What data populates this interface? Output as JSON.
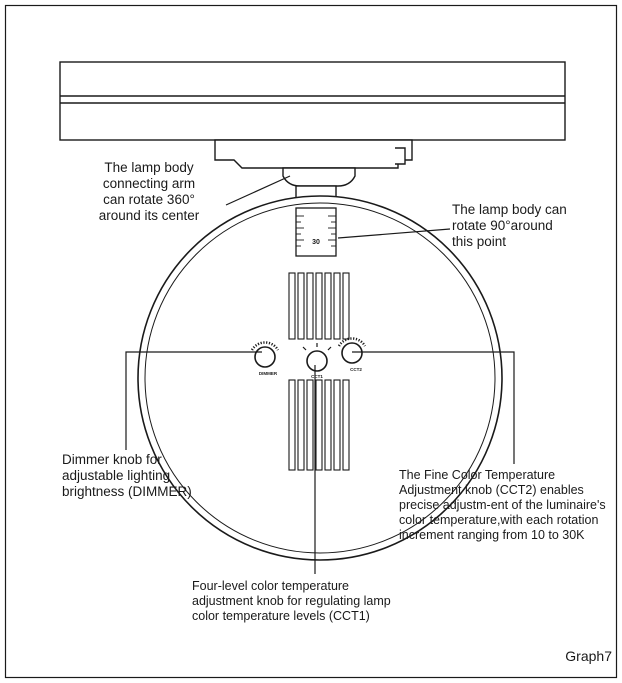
{
  "callouts": {
    "arm": {
      "lines": [
        "The lamp body",
        "connecting arm",
        "can rotate 360°",
        "around its center"
      ]
    },
    "body": {
      "lines": [
        "The lamp body can",
        "rotate 90°around",
        "this point"
      ]
    },
    "dimmer": {
      "lines": [
        "Dimmer knob for",
        "adjustable lighting",
        "brightness (DIMMER)"
      ]
    },
    "cct2": {
      "lines": [
        "The Fine Color Temperature",
        "Adjustment knob (CCT2) enables",
        "precise adjustm-ent of the luminaire's",
        "color temperature,with each rotation",
        "increment ranging from 10 to 30K"
      ]
    },
    "cct1": {
      "lines": [
        "Four-level color temperature",
        "adjustment knob for regulating lamp",
        "color temperature levels (CCT1)"
      ]
    }
  },
  "device": {
    "scale_number": "30",
    "knob_labels": {
      "dimmer": "DIMMER",
      "cct1": "CCT1",
      "cct2": "CCT2"
    }
  },
  "figure_label": "Graph7",
  "colors": {
    "line": "#1a1a1a",
    "background": "#ffffff"
  }
}
